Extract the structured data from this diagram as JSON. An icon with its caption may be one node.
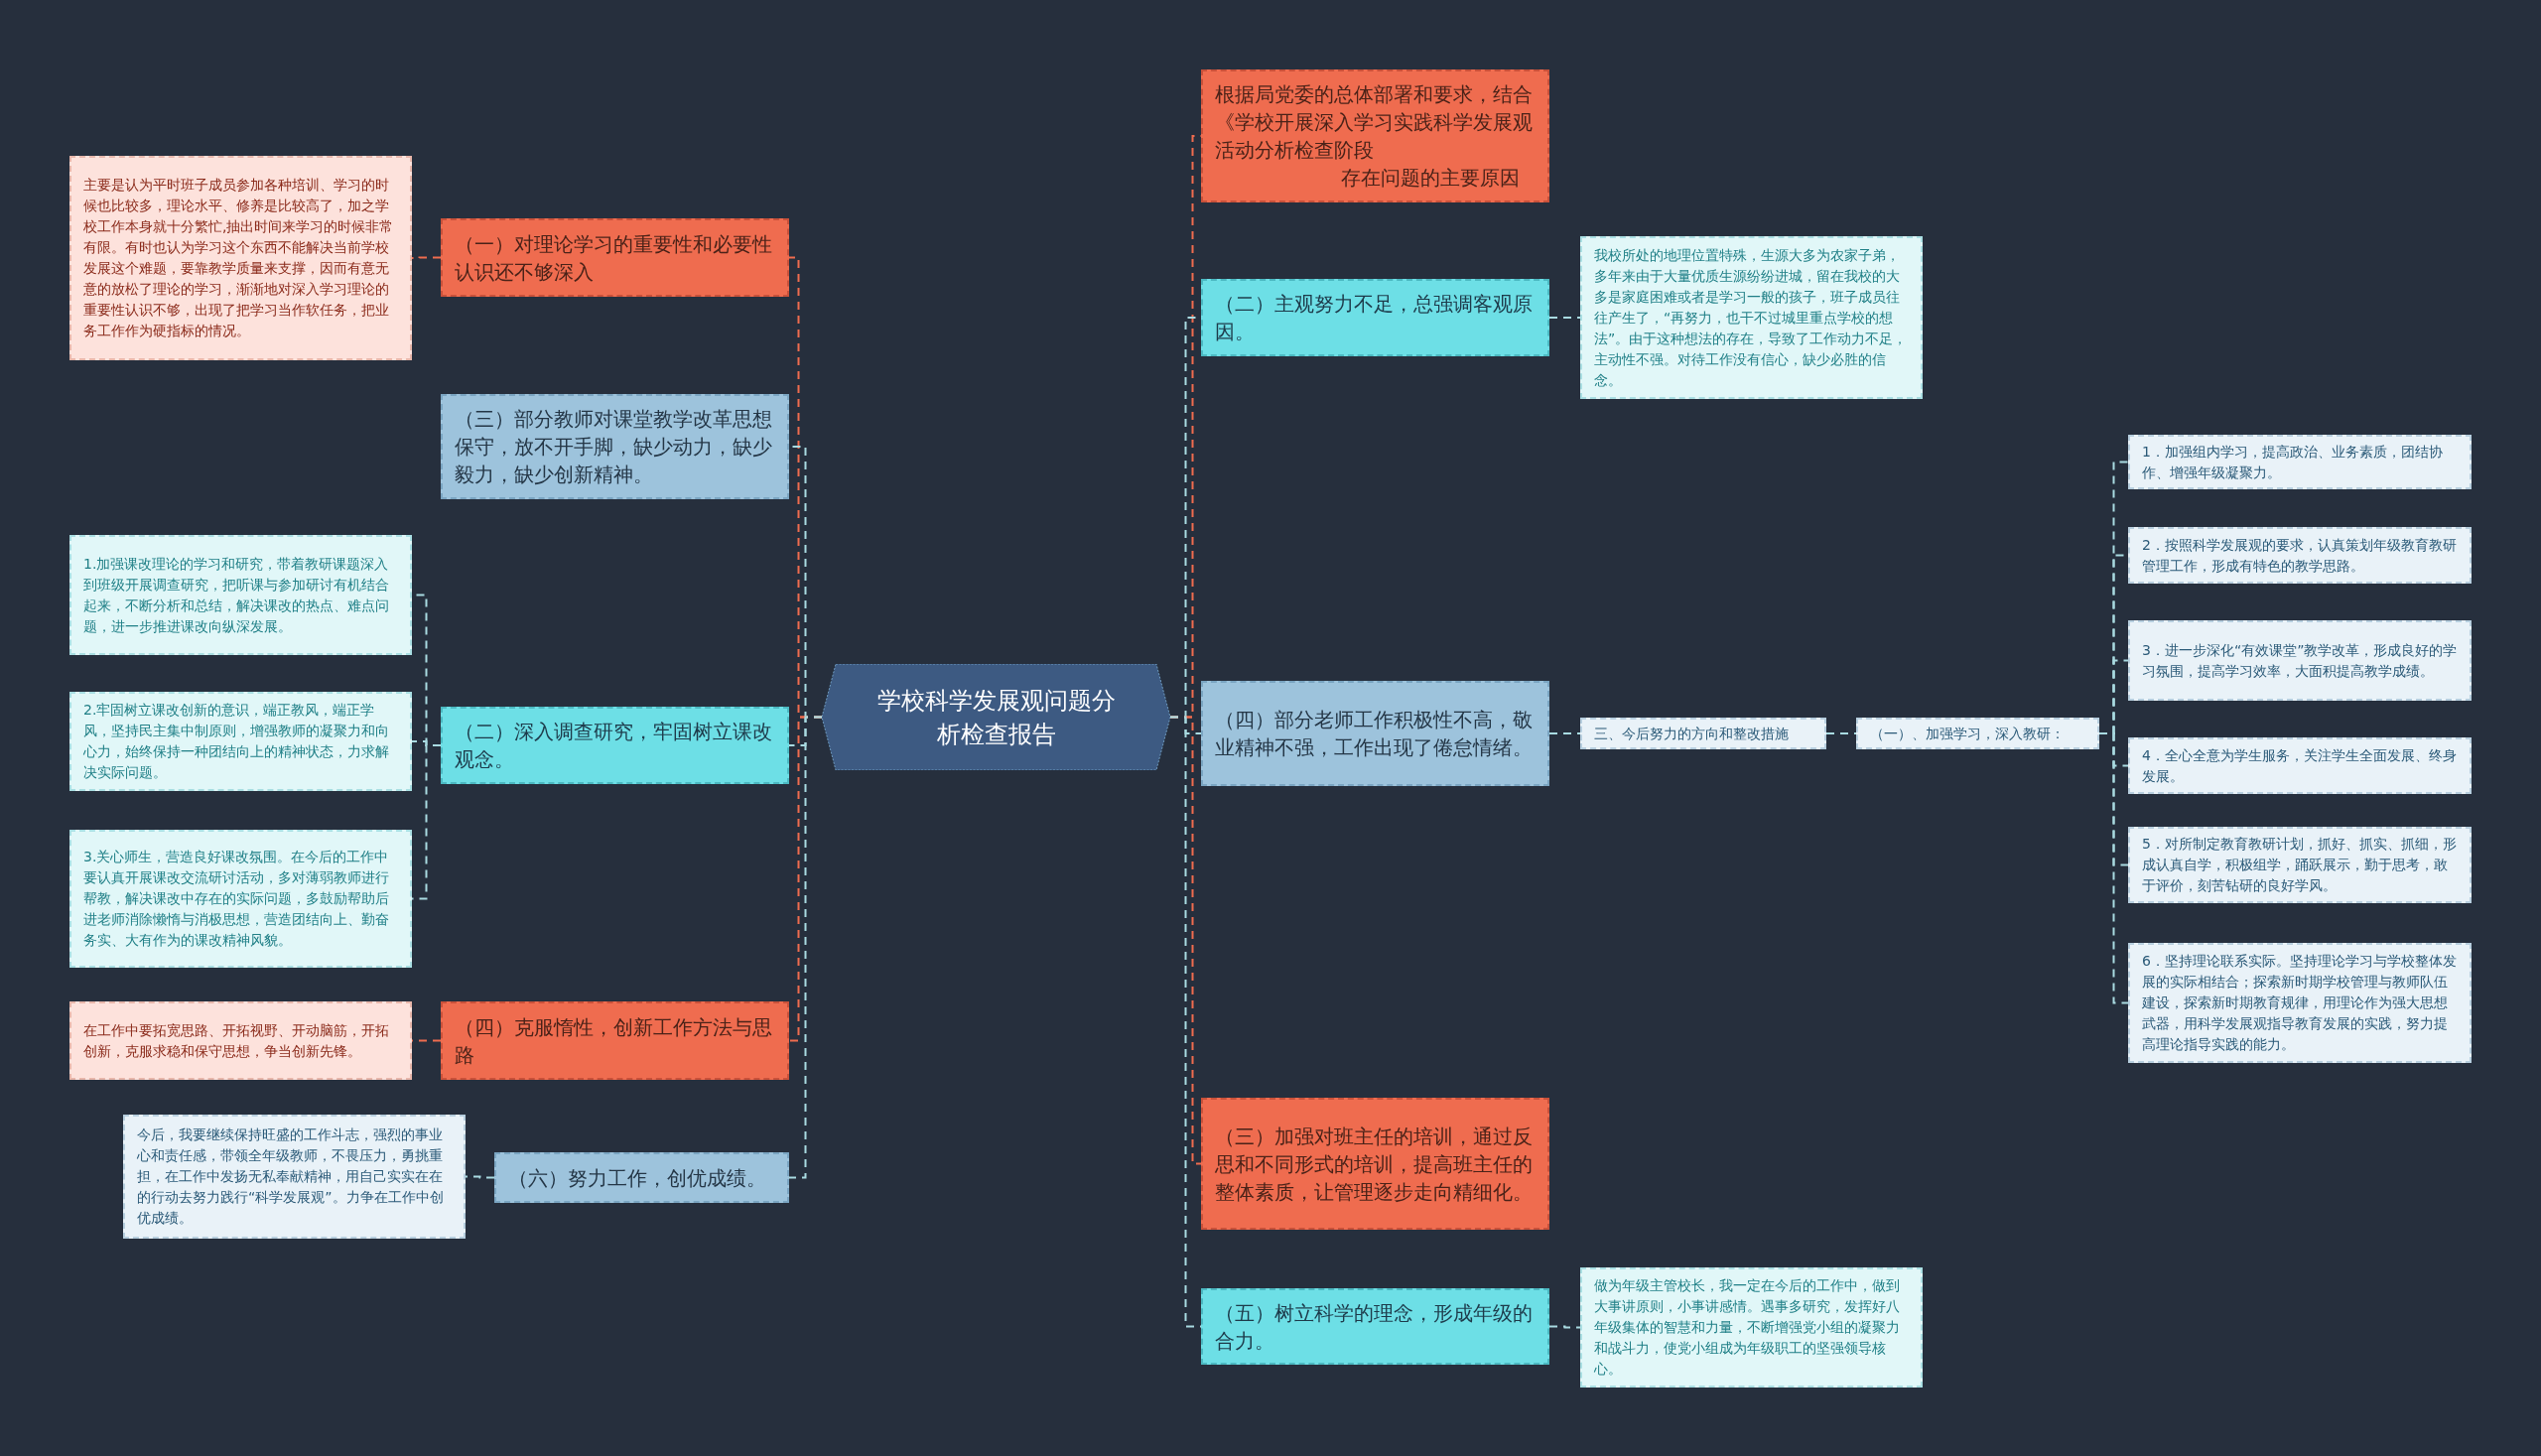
{
  "diagram": {
    "nodes": [
      {
        "text": [
          "学校科学发展观问题分析检查报告"
        ]
      },
      {
        "text": [
          "（一）对理论学习的重要性和必要性认识还不够深入"
        ]
      },
      {
        "text": [
          "主要是认为平时班子成员参加各种培训、学习的时候也比较多，理论水平、修养是比较高了，加之学校工作本身就十分繁忙,抽出时间来学习的时候非常有限。有时也认为学习这个东西不能解决当前学校发展这个难题，要靠教学质量来支撑，因而有意无意的放松了理论的学习，渐渐地对深入学习理论的重要性认识不够，出现了把学习当作软任务，把业务工作作为硬指标的情况。"
        ]
      },
      {
        "text": [
          "（三）部分教师对课堂教学改革思想保守，放不开手脚，缺少动力，缺少毅力，缺少创新精神。"
        ]
      },
      {
        "text": [
          "（二）深入调查研究，牢固树立课改观念。"
        ]
      },
      {
        "text": [
          "1.加强课改理论的学习和研究，带着教研课题深入到班级开展调查研究，把听课与参加研讨有机结合起来，不断分析和总结，解决课改的热点、难点问题，进一步推进课改向纵深发展。"
        ]
      },
      {
        "text": [
          "2.牢固树立课改创新的意识，端正教风，端正学风，坚持民主集中制原则，增强教师的凝聚力和向心力，始终保持一种团结向上的精神状态，力求解决实际问题。"
        ]
      },
      {
        "text": [
          "3.关心师生，营造良好课改氛围。在今后的工作中要认真开展课改交流研讨活动，多对薄弱教师进行帮教，解决课改中存在的实际问题，多鼓励帮助后进老师消除懒惰与消极思想，营造团结向上、勤奋务实、大有作为的课改精神风貌。"
        ]
      },
      {
        "text": [
          "（四）克服惰性，创新工作方法与思路"
        ]
      },
      {
        "text": [
          "在工作中要拓宽思路、开拓视野、开动脑筋，开拓创新，克服求稳和保守思想，争当创新先锋。"
        ]
      },
      {
        "text": [
          "（六）努力工作，创优成绩。"
        ]
      },
      {
        "text": [
          "今后，我要继续保持旺盛的工作斗志，强烈的事业心和责任感，带领全年级教师，不畏压力，勇挑重担，在工作中发扬无私奉献精神，用自己实实在在的行动去努力践行“科学发展观”。力争在工作中创优成绩。"
        ]
      },
      {
        "text": [
          "根据局党委的总体部署和要求，结合《学校开展深入学习实践科学发展观活动分析检查阶段",
          "存在问题的主要原因"
        ]
      },
      {
        "text": [
          "（二）主观努力不足，总强调客观原因。"
        ]
      },
      {
        "text": [
          "我校所处的地理位置特殊，生源大多为农家子弟，多年来由于大量优质生源纷纷进城，留在我校的大多是家庭困难或者是学习一般的孩子，班子成员往往产生了，“再努力，也干不过城里重点学校的想法”。由于这种想法的存在，导致了工作动力不足，主动性不强。对待工作没有信心，缺少必胜的信念。"
        ]
      },
      {
        "text": [
          "（四）部分老师工作积极性不高，敬业精神不强，工作出现了倦怠情绪。"
        ]
      },
      {
        "text": [
          "三、今后努力的方向和整改措施"
        ]
      },
      {
        "text": [
          "（一）、加强学习，深入教研："
        ]
      },
      {
        "text": [
          "1．加强组内学习，提高政治、业务素质，团结协作、增强年级凝聚力。"
        ]
      },
      {
        "text": [
          "2．按照科学发展观的要求，认真策划年级教育教研管理工作，形成有特色的教学思路。"
        ]
      },
      {
        "text": [
          "3．进一步深化“有效课堂”教学改革，形成良好的学习氛围，提高学习效率，大面积提高教学成绩。"
        ]
      },
      {
        "text": [
          "4．全心全意为学生服务，关注学生全面发展、终身发展。"
        ]
      },
      {
        "text": [
          "5．对所制定教育教研计划，抓好、抓实、抓细，形成认真自学，积极组学，踊跃展示，勤于思考，敢于评价，刻苦钻研的良好学风。"
        ]
      },
      {
        "text": [
          "6．坚持理论联系实际。坚持理论学习与学校整体发展的实际相结合；探索新时期学校管理与教师队伍建设，探索新时期教育规律，用理论作为强大思想武器，用科学发展观指导教育发展的实践，努力提高理论指导实践的能力。"
        ]
      },
      {
        "text": [
          "（三）加强对班主任的培训，通过反思和不同形式的培训，提高班主任的整体素质，让管理逐步走向精细化。"
        ]
      },
      {
        "text": [
          "（五）树立科学的理念，形成年级的合力。"
        ]
      },
      {
        "text": [
          "做为年级主管校长，我一定在今后的工作中，做到大事讲原则，小事讲感情。遇事多研究，发挥好八年级集体的智慧和力量，不断增强党小组的凝聚力和战斗力，使党小组成为年级职工的坚强领导核心。"
        ]
      }
    ],
    "edges": [
      {
        "from": 0,
        "to": 1,
        "arrow": "none",
        "color": "#ef6c4f"
      },
      {
        "from": 1,
        "to": 2,
        "arrow": "none",
        "color": "#ef6c4f"
      },
      {
        "from": 0,
        "to": 3,
        "arrow": "none"
      },
      {
        "from": 0,
        "to": 4,
        "arrow": "none"
      },
      {
        "from": 4,
        "to": 5,
        "arrow": "none"
      },
      {
        "from": 4,
        "to": 6,
        "arrow": "none"
      },
      {
        "from": 4,
        "to": 7,
        "arrow": "none"
      },
      {
        "from": 0,
        "to": 8,
        "arrow": "none",
        "color": "#ef6c4f"
      },
      {
        "from": 8,
        "to": 9,
        "arrow": "none",
        "color": "#ef6c4f"
      },
      {
        "from": 0,
        "to": 10,
        "arrow": "none"
      },
      {
        "from": 10,
        "to": 11,
        "arrow": "none"
      },
      {
        "from": 0,
        "to": 12,
        "arrow": "none",
        "color": "#ef6c4f"
      },
      {
        "from": 0,
        "to": 13,
        "arrow": "none"
      },
      {
        "from": 13,
        "to": 14,
        "arrow": "none"
      },
      {
        "from": 0,
        "to": 15,
        "arrow": "none"
      },
      {
        "from": 15,
        "to": 16,
        "arrow": "none"
      },
      {
        "from": 16,
        "to": 17,
        "arrow": "none"
      },
      {
        "from": 17,
        "to": 18,
        "arrow": "none"
      },
      {
        "from": 17,
        "to": 19,
        "arrow": "none"
      },
      {
        "from": 17,
        "to": 20,
        "arrow": "none"
      },
      {
        "from": 17,
        "to": 21,
        "arrow": "none"
      },
      {
        "from": 17,
        "to": 22,
        "arrow": "none"
      },
      {
        "from": 17,
        "to": 23,
        "arrow": "none"
      },
      {
        "from": 0,
        "to": 24,
        "arrow": "none",
        "color": "#ef6c4f"
      },
      {
        "from": 0,
        "to": 25,
        "arrow": "none"
      },
      {
        "from": 25,
        "to": 26,
        "arrow": "none"
      }
    ]
  }
}
